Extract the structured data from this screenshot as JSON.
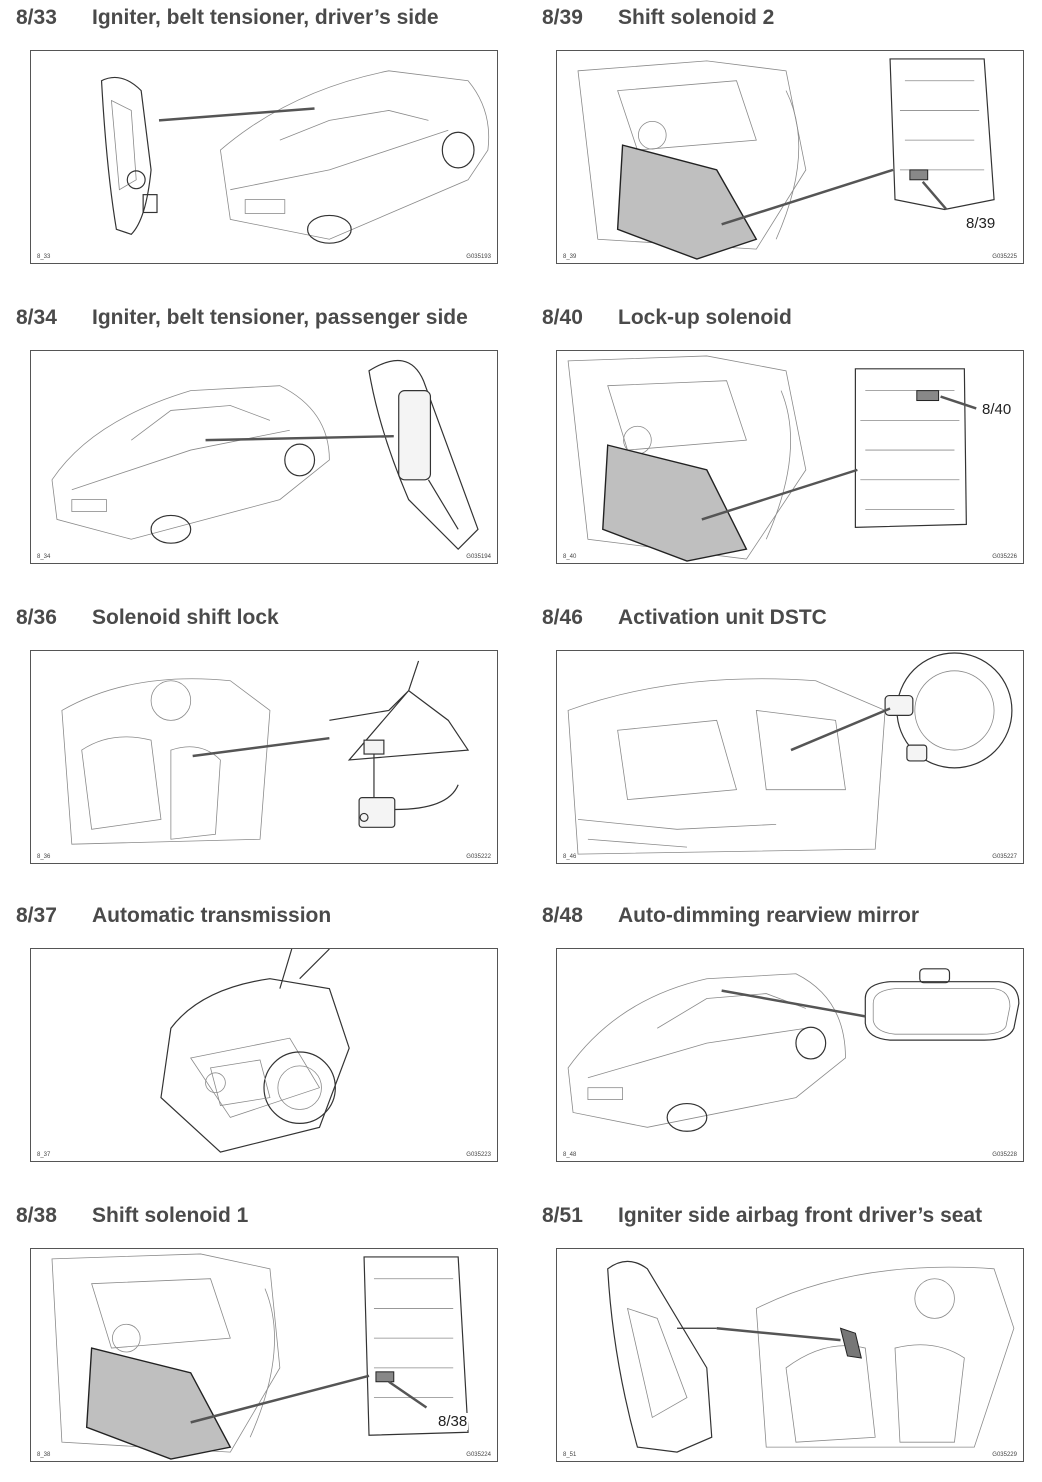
{
  "figures": [
    {
      "code": "8/33",
      "title": "Igniter, belt tensioner, driver’s side",
      "fig_id": "8_33",
      "ref": "G035193",
      "callout": ""
    },
    {
      "code": "8/39",
      "title": "Shift solenoid 2",
      "fig_id": "8_39",
      "ref": "G035225",
      "callout": "8/39"
    },
    {
      "code": "8/34",
      "title": "Igniter, belt tensioner, passenger side",
      "fig_id": "8_34",
      "ref": "G035194",
      "callout": ""
    },
    {
      "code": "8/40",
      "title": "Lock-up solenoid",
      "fig_id": "8_40",
      "ref": "G035226",
      "callout": "8/40"
    },
    {
      "code": "8/36",
      "title": "Solenoid shift lock",
      "fig_id": "8_36",
      "ref": "G035222",
      "callout": ""
    },
    {
      "code": "8/46",
      "title": "Activation unit DSTC",
      "fig_id": "8_46",
      "ref": "G035227",
      "callout": ""
    },
    {
      "code": "8/37",
      "title": "Automatic transmission",
      "fig_id": "8_37",
      "ref": "G035223",
      "callout": ""
    },
    {
      "code": "8/48",
      "title": "Auto-dimming rearview mirror",
      "fig_id": "8_48",
      "ref": "G035228",
      "callout": ""
    },
    {
      "code": "8/38",
      "title": "Shift solenoid 1",
      "fig_id": "8_38",
      "ref": "G035224",
      "callout": "8/38"
    },
    {
      "code": "8/51",
      "title": "Igniter side airbag front driver’s seat",
      "fig_id": "8_51",
      "ref": "G035229",
      "callout": ""
    }
  ]
}
